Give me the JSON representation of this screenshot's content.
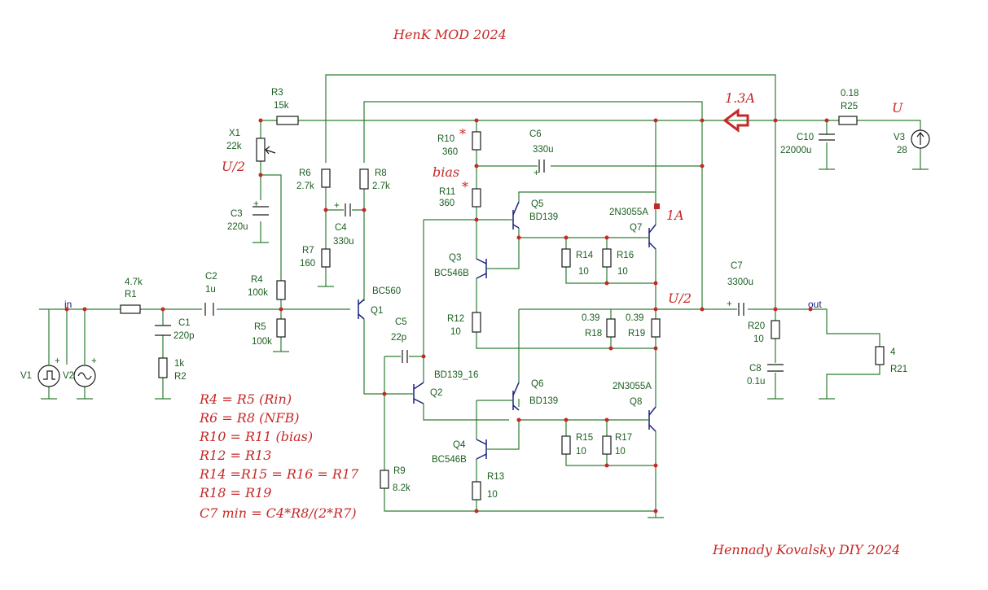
{
  "title": "HenK MOD 2024",
  "author": "Hennady Kovalsky DIY 2024",
  "notes": {
    "current_main": "1.3A",
    "current_q7": "1A",
    "half_supply_x1": "U/2",
    "half_supply_out": "U/2",
    "supply": "U",
    "bias": "bias"
  },
  "nets": {
    "in": "in",
    "out": "out"
  },
  "equations": [
    "R4 = R5 (Rin)",
    "R6 = R8 (NFB)",
    "R10 = R11 (bias)",
    "R12 = R13",
    "R14 =R15 = R16 = R17",
    "R18 = R19",
    "C7 min = C4*R8/(2*R7)"
  ],
  "components": {
    "R1": {
      "name": "R1",
      "value": "4.7k"
    },
    "R2": {
      "name": "R2",
      "value": "1k"
    },
    "R3": {
      "name": "R3",
      "value": "15k"
    },
    "R4": {
      "name": "R4",
      "value": "100k"
    },
    "R5": {
      "name": "R5",
      "value": "100k"
    },
    "R6": {
      "name": "R6",
      "value": "2.7k"
    },
    "R7": {
      "name": "R7",
      "value": "160"
    },
    "R8": {
      "name": "R8",
      "value": "2.7k"
    },
    "R9": {
      "name": "R9",
      "value": "8.2k"
    },
    "R10": {
      "name": "R10",
      "value": "360",
      "mark": "*"
    },
    "R11": {
      "name": "R11",
      "value": "360",
      "mark": "*"
    },
    "R12": {
      "name": "R12",
      "value": "10"
    },
    "R13": {
      "name": "R13",
      "value": "10"
    },
    "R14": {
      "name": "R14",
      "value": "10"
    },
    "R15": {
      "name": "R15",
      "value": "10"
    },
    "R16": {
      "name": "R16",
      "value": "10"
    },
    "R17": {
      "name": "R17",
      "value": "10"
    },
    "R18": {
      "name": "R18",
      "value": "0.39"
    },
    "R19": {
      "name": "R19",
      "value": "0.39"
    },
    "R20": {
      "name": "R20",
      "value": "10"
    },
    "R21": {
      "name": "R21",
      "value": "4"
    },
    "R25": {
      "name": "R25",
      "value": "0.18"
    },
    "X1": {
      "name": "X1",
      "value": "22k"
    },
    "C1": {
      "name": "C1",
      "value": "220p"
    },
    "C2": {
      "name": "C2",
      "value": "1u"
    },
    "C3": {
      "name": "C3",
      "value": "220u"
    },
    "C4": {
      "name": "C4",
      "value": "330u"
    },
    "C5": {
      "name": "C5",
      "value": "22p"
    },
    "C6": {
      "name": "C6",
      "value": "330u"
    },
    "C7": {
      "name": "C7",
      "value": "3300u"
    },
    "C8": {
      "name": "C8",
      "value": "0.1u"
    },
    "C10": {
      "name": "C10",
      "value": "22000u"
    },
    "V1": {
      "name": "V1"
    },
    "V2": {
      "name": "V2"
    },
    "V3": {
      "name": "V3",
      "value": "28"
    },
    "Q1": {
      "name": "Q1",
      "value": "BC560"
    },
    "Q2": {
      "name": "Q2",
      "value": "BD139_16"
    },
    "Q3": {
      "name": "Q3",
      "value": "BC546B"
    },
    "Q4": {
      "name": "Q4",
      "value": "BC546B"
    },
    "Q5": {
      "name": "Q5",
      "value": "BD139"
    },
    "Q6": {
      "name": "Q6",
      "value": "BD139"
    },
    "Q7": {
      "name": "Q7",
      "value": "2N3055A"
    },
    "Q8": {
      "name": "Q8",
      "value": "2N3055A"
    }
  },
  "colors": {
    "wire": "#2e7d32",
    "annotation": "#c62828",
    "transistor": "#1a237e",
    "label": "#1b5e20"
  }
}
